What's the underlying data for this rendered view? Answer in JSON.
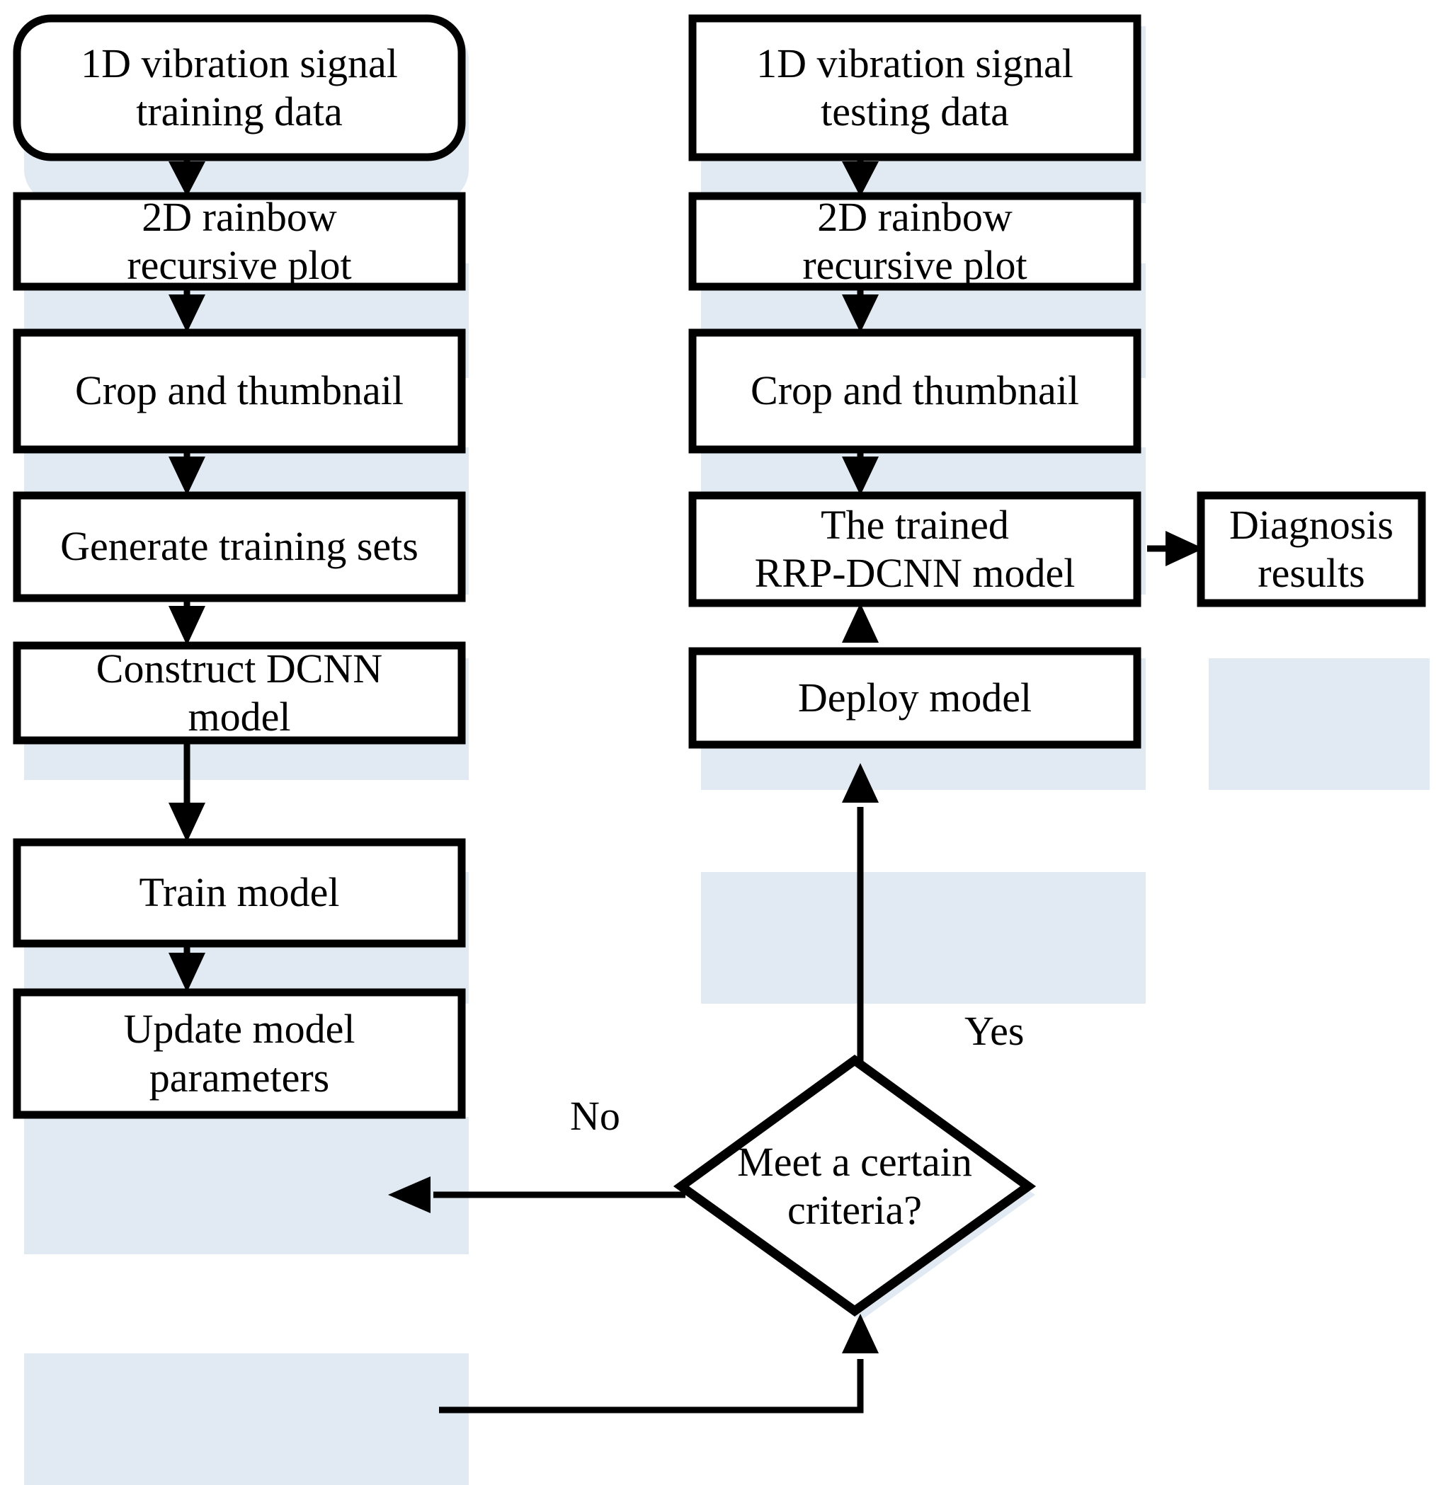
{
  "diagram": {
    "title": "RRP-DCNN fault diagnosis flowchart",
    "colors": {
      "stroke": "#000000",
      "fill": "#ffffff",
      "shadow": "#c9d8e8"
    },
    "nodes": [
      {
        "id": "train-data",
        "shape": "rounded-rectangle",
        "lines": [
          "1D vibration signal",
          "training data"
        ]
      },
      {
        "id": "train-rrp",
        "shape": "rectangle",
        "lines": [
          "2D rainbow",
          "recursive plot"
        ]
      },
      {
        "id": "train-crop",
        "shape": "rectangle",
        "lines": [
          "Crop and thumbnail"
        ]
      },
      {
        "id": "generate-sets",
        "shape": "rectangle",
        "lines": [
          "Generate training sets"
        ]
      },
      {
        "id": "construct-dcnn",
        "shape": "rectangle",
        "lines": [
          "Construct DCNN",
          "model"
        ]
      },
      {
        "id": "train-model",
        "shape": "rectangle",
        "lines": [
          "Train model"
        ]
      },
      {
        "id": "update-params",
        "shape": "rectangle",
        "lines": [
          "Update model",
          "parameters"
        ]
      },
      {
        "id": "test-data",
        "shape": "rectangle",
        "lines": [
          "1D vibration signal",
          "testing data"
        ]
      },
      {
        "id": "test-rrp",
        "shape": "rectangle",
        "lines": [
          "2D rainbow",
          "recursive plot"
        ]
      },
      {
        "id": "test-crop",
        "shape": "rectangle",
        "lines": [
          "Crop and thumbnail"
        ]
      },
      {
        "id": "trained-model",
        "shape": "rectangle",
        "lines": [
          "The trained",
          "RRP-DCNN model"
        ]
      },
      {
        "id": "diagnosis-results",
        "shape": "rectangle",
        "lines": [
          "Diagnosis",
          "results"
        ]
      },
      {
        "id": "deploy-model",
        "shape": "rectangle",
        "lines": [
          "Deploy model"
        ]
      },
      {
        "id": "criteria-decision",
        "shape": "diamond",
        "lines": [
          "Meet a certain",
          "criteria?"
        ]
      }
    ],
    "edge_labels": [
      {
        "id": "yes-label",
        "text": "Yes"
      },
      {
        "id": "no-label",
        "text": "No"
      }
    ]
  }
}
